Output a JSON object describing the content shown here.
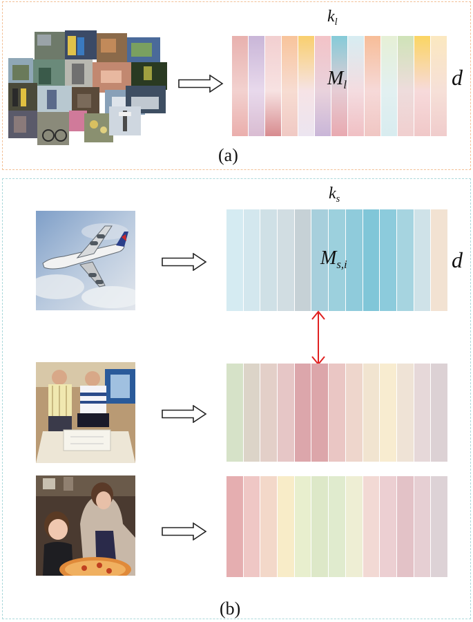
{
  "panel_a": {
    "caption": "(a)",
    "top_label": {
      "main": "k",
      "sub": "l"
    },
    "matrix_label": {
      "main": "M",
      "sub": "l"
    },
    "side_label": "d",
    "columns": [
      [
        "#e8b1ae",
        "#f2d1cf",
        "#eaaeac"
      ],
      [
        "#c9b6d8",
        "#e8d9ec",
        "#d9bcd2"
      ],
      [
        "#f2cfd0",
        "#f7e2e2",
        "#d78b8f"
      ],
      [
        "#f8c49b",
        "#f7dcd2",
        "#f0c9c4"
      ],
      [
        "#f9cf6e",
        "#f6e3e6",
        "#ece5f0"
      ],
      [
        "#f3c3c7",
        "#e9d2dc",
        "#c9b6d8"
      ],
      [
        "#85cbd8",
        "#e6ccd4",
        "#e8a9b0"
      ],
      [
        "#d7edf2",
        "#f4dce0",
        "#f0c0c4"
      ],
      [
        "#f7bd98",
        "#f6d9d8",
        "#f0c6c3"
      ],
      [
        "#e6f0d6",
        "#e2f0f1",
        "#d8ecef"
      ],
      [
        "#cfe3b8",
        "#eedcdc",
        "#f0cfcf"
      ],
      [
        "#fbd563",
        "#f7dadb",
        "#f0c8c8"
      ],
      [
        "#fbe8c0",
        "#f6e0d8",
        "#f0cccc"
      ]
    ]
  },
  "panel_b": {
    "caption": "(b)",
    "top_label": {
      "main": "k",
      "sub": "s"
    },
    "matrix_label": {
      "main": "M",
      "sub": "s,i"
    },
    "side_label": "d",
    "rows": [
      {
        "columns": [
          "#d5ebf2",
          "#d3e7ee",
          "#cfe0e6",
          "#d1dde2",
          "#c6d1d6",
          "#a7cfdc",
          "#9cd0dd",
          "#8fcbdb",
          "#80c6d8",
          "#8ccbdc",
          "#a6d4e0",
          "#cfe2e8",
          "#f2e2d2"
        ]
      },
      {
        "columns": [
          "#d6e2c8",
          "#dcd4c8",
          "#e3cfc8",
          "#e6c6c6",
          "#dca6ab",
          "#dca6aa",
          "#eac6c4",
          "#eed6cc",
          "#f1e4d0",
          "#f8ecd0",
          "#efe3d6",
          "#e6d8d9",
          "#dcd1d4"
        ]
      },
      {
        "columns": [
          "#e5aeb0",
          "#efc7c5",
          "#f3d8c9",
          "#f8ecc8",
          "#e8efce",
          "#dde8c8",
          "#e0ebce",
          "#eeeed4",
          "#f2d9d4",
          "#eccfd2",
          "#e3c2c7",
          "#e6cfd3",
          "#ddd2d6"
        ]
      }
    ]
  }
}
